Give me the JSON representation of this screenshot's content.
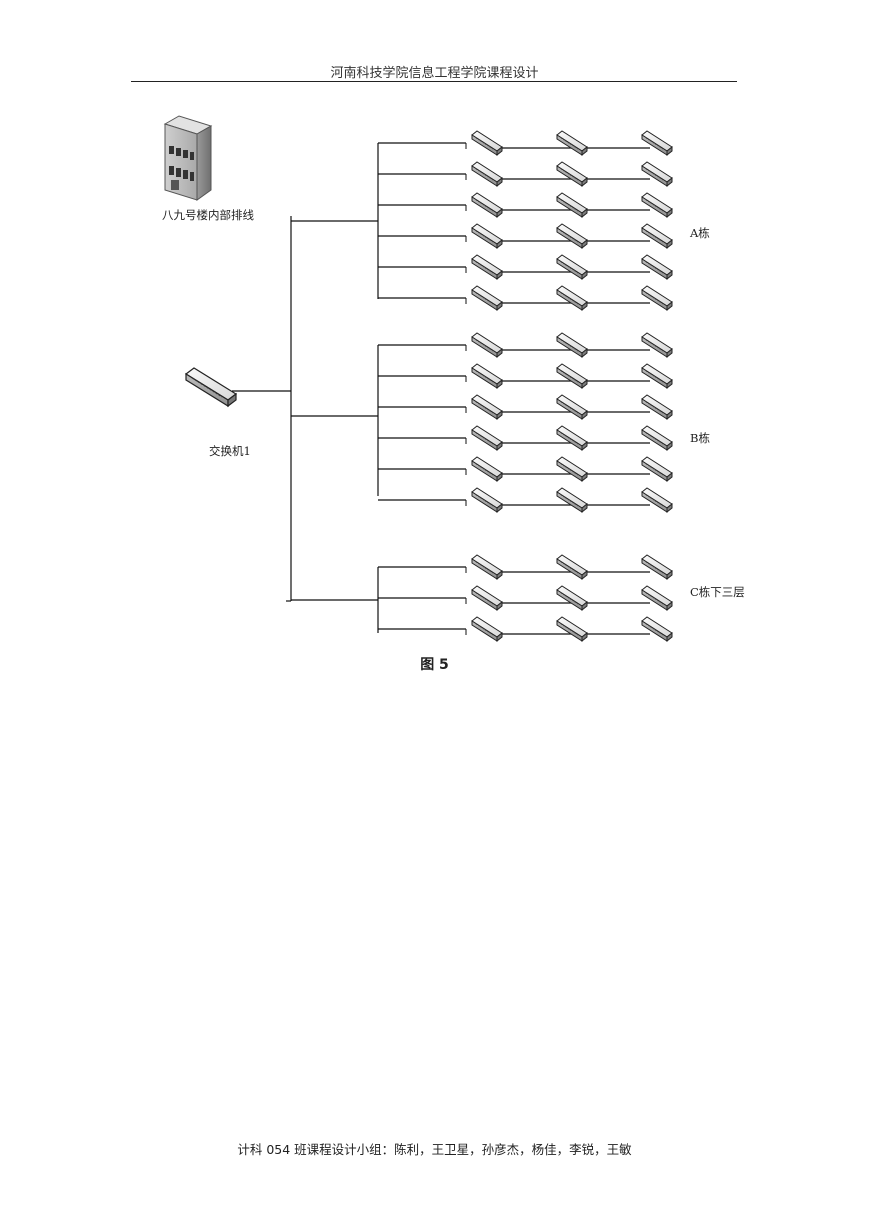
{
  "header": {
    "title": "河南科技学院信息工程学院课程设计"
  },
  "diagram": {
    "building_label": "八九号楼内部排线",
    "switch_label": "交换机1",
    "groups": [
      {
        "label": "A栋",
        "rows": 6,
        "switches_per_row": 3
      },
      {
        "label": "B栋",
        "rows": 6,
        "switches_per_row": 3
      },
      {
        "label": "C栋下三层",
        "rows": 3,
        "switches_per_row": 3
      }
    ]
  },
  "figure_caption": "图 5",
  "footer": {
    "text": "计科 054 班课程设计小组：陈利，王卫星，孙彦杰，杨佳，李锐，王敏"
  }
}
